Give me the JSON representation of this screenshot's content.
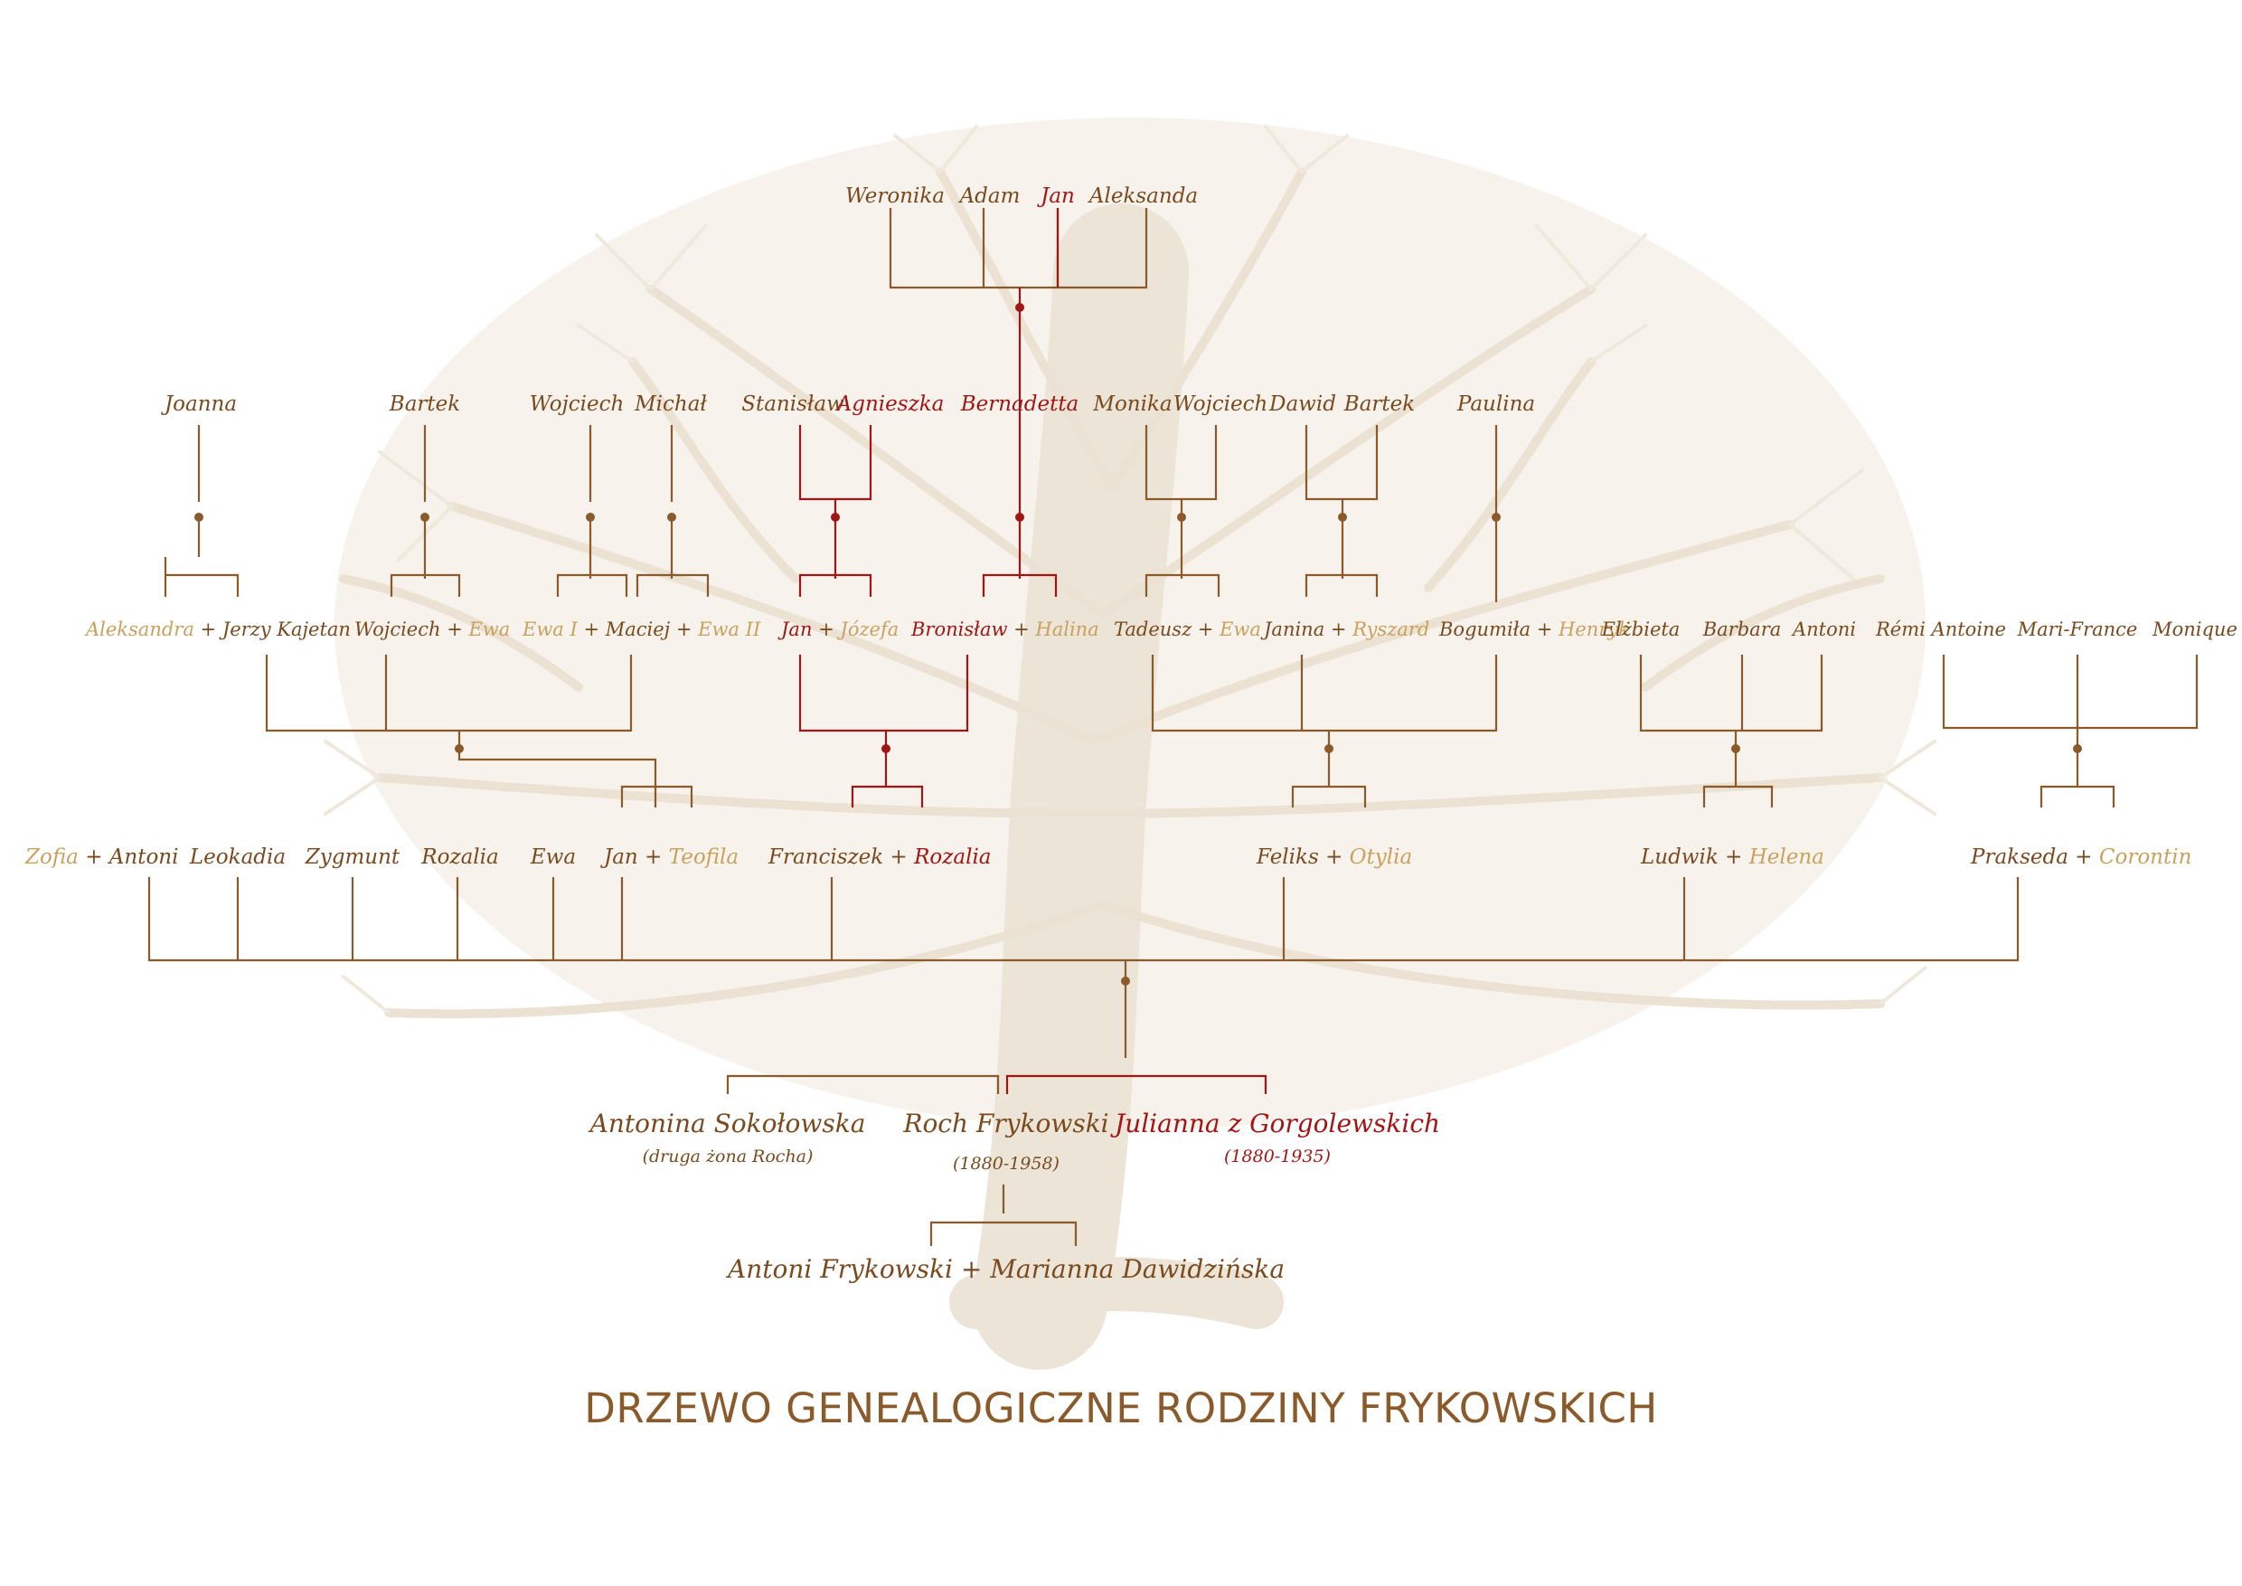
{
  "colors": {
    "brown": "#7a4a1e",
    "red": "#a31515",
    "gold": "#c9a15d",
    "line": "#8a5a2b",
    "tree": "#e9e1d4"
  },
  "title": "DRZEWO GENEALOGICZNE RODZINY FRYKOWSKICH",
  "plus": "+",
  "gen5": {
    "weronika": "Weronika",
    "adam": "Adam",
    "jan": "Jan",
    "aleksanda": "Aleksanda"
  },
  "gen4": {
    "joanna": "Joanna",
    "bartek": "Bartek",
    "wojciech": "Wojciech",
    "michal": "Michał",
    "stanislaw": "Stanisław",
    "agnieszka": "Agnieszka",
    "bernadetta": "Bernadetta",
    "monika": "Monika",
    "wojciech2": "Wojciech",
    "dawid": "Dawid",
    "bartek2": "Bartek",
    "paulina": "Paulina"
  },
  "gen3": {
    "aleksandra": "Aleksandra",
    "jerzy_kajetan": "Jerzy Kajetan",
    "wojciech": "Wojciech",
    "ewa": "Ewa",
    "ewa_i": "Ewa I",
    "maciej": "Maciej",
    "ewa_ii": "Ewa II",
    "jan": "Jan",
    "jozefa": "Józefa",
    "bronislaw": "Bronisław",
    "halina": "Halina",
    "tadeusz": "Tadeusz",
    "ewa2": "Ewa",
    "janina": "Janina",
    "ryszard": "Ryszard",
    "bogumila": "Bogumiła",
    "henryk": "Henryk",
    "elzbieta": "Elżbieta",
    "barbara": "Barbara",
    "antoni": "Antoni",
    "remi_antoine": "Rémi Antoine",
    "mari_france": "Mari-France",
    "monique": "Monique"
  },
  "gen2": {
    "zofia": "Zofia",
    "antoni": "Antoni",
    "leokadia": "Leokadia",
    "zygmunt": "Zygmunt",
    "rozalia": "Rozalia",
    "ewa": "Ewa",
    "jan": "Jan",
    "teofila": "Teofila",
    "franciszek": "Franciszek",
    "rozalia2": "Rozalia",
    "feliks": "Feliks",
    "otylia": "Otylia",
    "ludwik": "Ludwik",
    "helena": "Helena",
    "prakseda": "Prakseda",
    "corontin": "Corontin"
  },
  "gen1": {
    "antonina": "Antonina Sokołowska",
    "antonina_note": "(druga żona Rocha)",
    "roch": "Roch Frykowski",
    "roch_years": "(1880-1958)",
    "julianna": "Julianna z Gorgolewskich",
    "julianna_years": "(1880-1935)"
  },
  "gen0": {
    "antoni": "Antoni Frykowski",
    "marianna": "Marianna Dawidzińska"
  }
}
